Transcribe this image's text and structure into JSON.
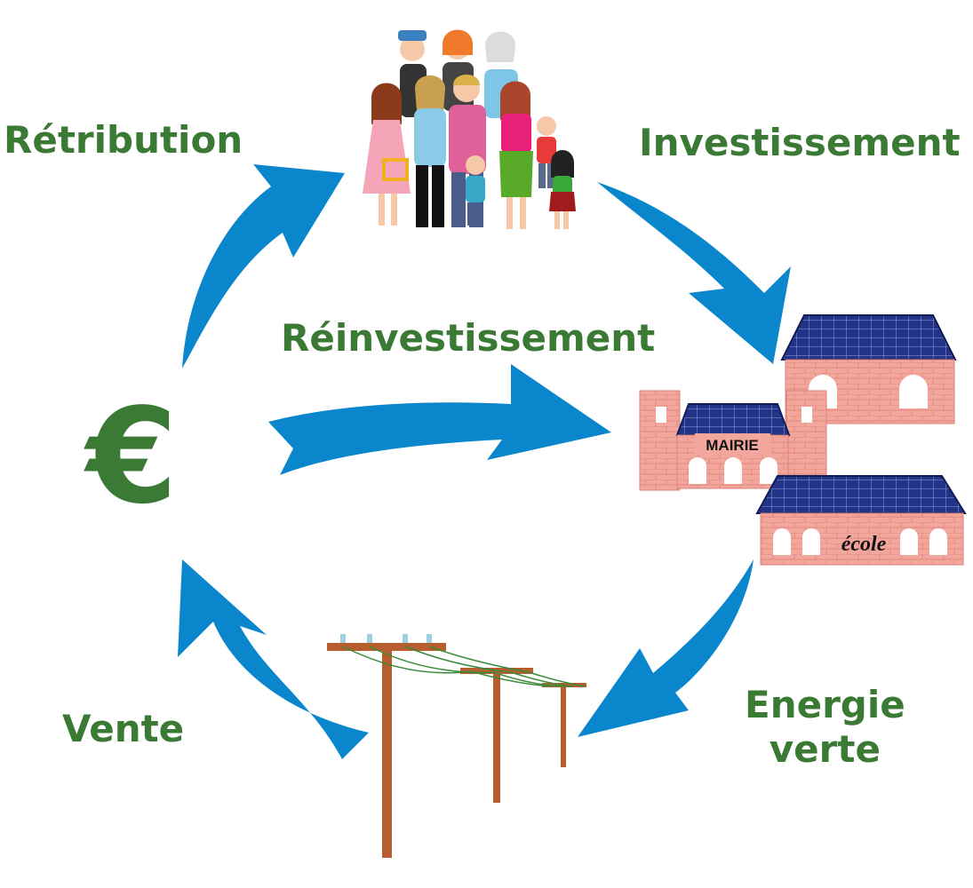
{
  "cycle": {
    "labels": {
      "retribution": "Rétribution",
      "investissement": "Investissement",
      "reinvestissement": "Réinvestissement",
      "vente": "Vente",
      "energie_line1": "Energie",
      "energie_line2": "verte"
    },
    "currency_symbol": "€"
  },
  "buildings": {
    "mairie_sign": "MAIRIE",
    "ecole_sign": "école"
  },
  "icons": [
    "people-group-icon",
    "town-hall-icon",
    "school-icon",
    "power-lines-icon",
    "euro-icon"
  ],
  "colors": {
    "arrow": "#0a86cc",
    "label_text": "#3a7a34",
    "brick": "#f0a39a",
    "solar_roof": "#1f2f7a",
    "pole_wood": "#b85d2e"
  }
}
